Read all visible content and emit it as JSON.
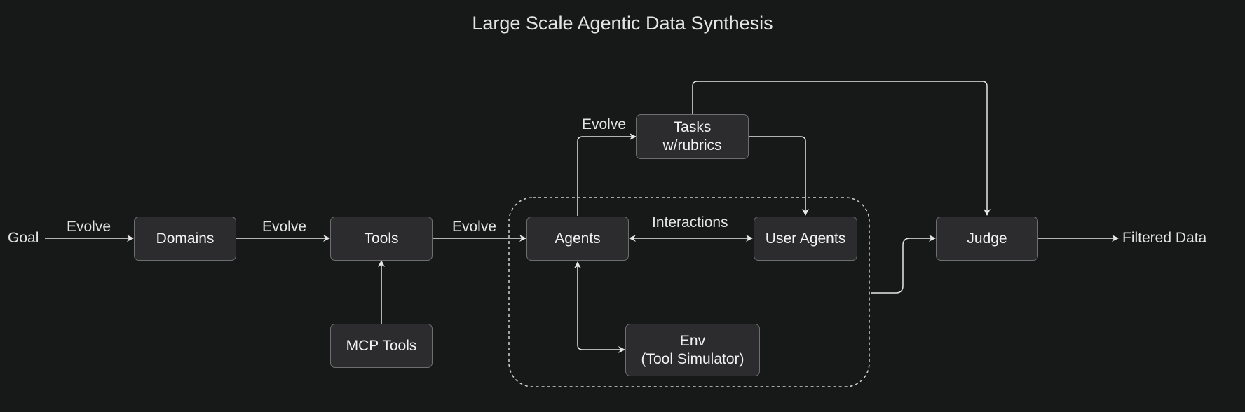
{
  "title": "Large Scale Agentic Data Synthesis",
  "nodes": {
    "domains": "Domains",
    "tools": "Tools",
    "mcp_tools": "MCP Tools",
    "agents": "Agents",
    "user_agents": "User Agents",
    "env_line1": "Env",
    "env_line2": "(Tool Simulator)",
    "tasks_line1": "Tasks",
    "tasks_line2": "w/rubrics",
    "judge": "Judge"
  },
  "labels": {
    "goal": "Goal",
    "filtered_data": "Filtered Data",
    "evolve_1": "Evolve",
    "evolve_2": "Evolve",
    "evolve_3": "Evolve",
    "evolve_4": "Evolve",
    "interactions": "Interactions"
  },
  "colors": {
    "background": "#171918",
    "node_fill": "#2c2c2e",
    "node_border": "#6e6e70",
    "connector": "#e6e6e6"
  }
}
